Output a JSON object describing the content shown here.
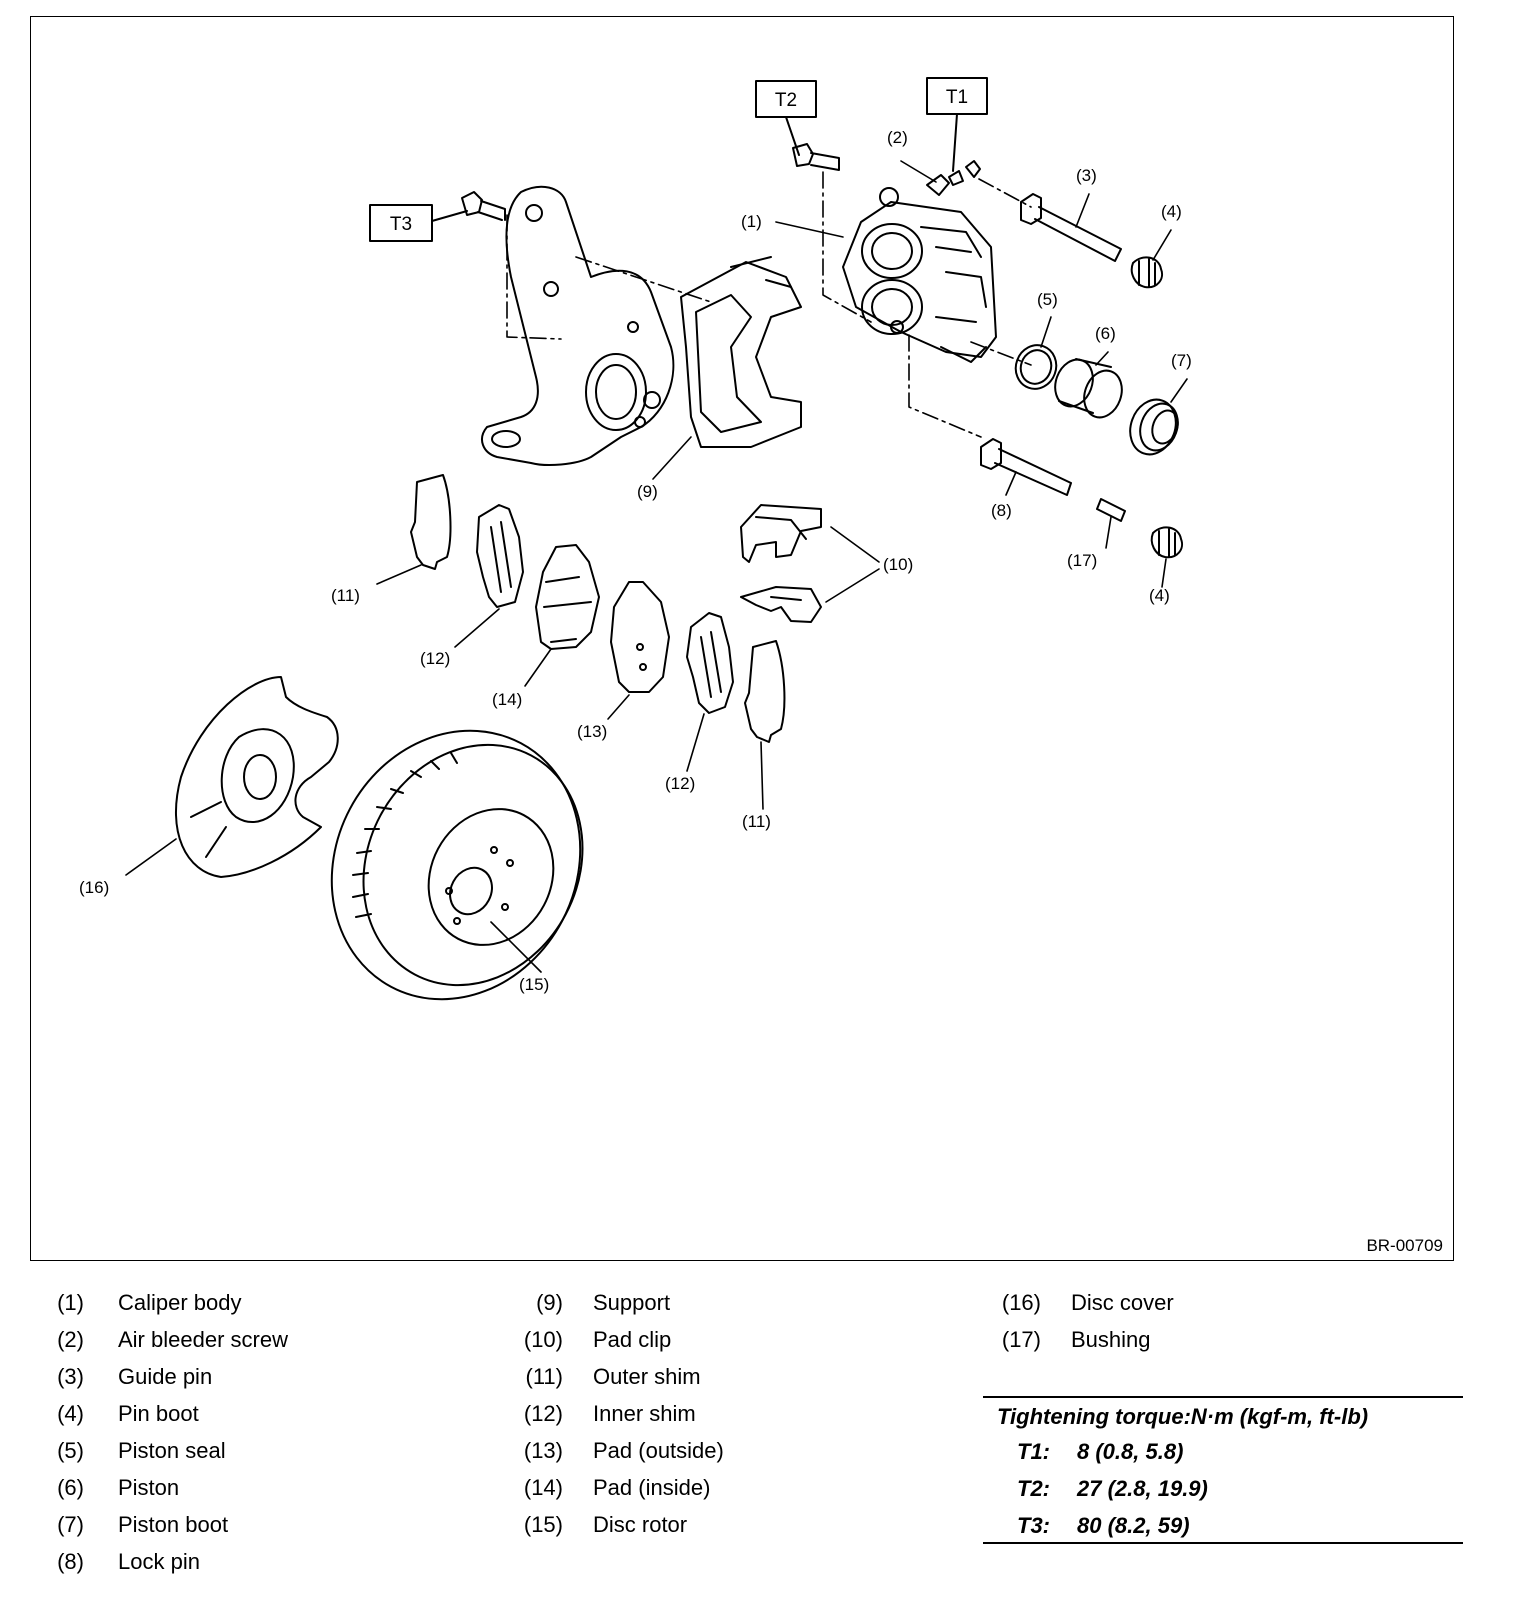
{
  "figure": {
    "code": "BR-00709",
    "torque_boxes": [
      "T1",
      "T2",
      "T3"
    ],
    "callouts": [
      "(1)",
      "(2)",
      "(3)",
      "(4)",
      "(4)",
      "(5)",
      "(6)",
      "(7)",
      "(8)",
      "(9)",
      "(10)",
      "(11)",
      "(11)",
      "(12)",
      "(12)",
      "(13)",
      "(14)",
      "(15)",
      "(16)",
      "(17)"
    ]
  },
  "legend": [
    {
      "num": "(1)",
      "label": "Caliper body"
    },
    {
      "num": "(2)",
      "label": "Air bleeder screw"
    },
    {
      "num": "(3)",
      "label": "Guide pin"
    },
    {
      "num": "(4)",
      "label": "Pin boot"
    },
    {
      "num": "(5)",
      "label": "Piston seal"
    },
    {
      "num": "(6)",
      "label": "Piston"
    },
    {
      "num": "(7)",
      "label": "Piston boot"
    },
    {
      "num": "(8)",
      "label": "Lock pin"
    },
    {
      "num": "(9)",
      "label": "Support"
    },
    {
      "num": "(10)",
      "label": "Pad clip"
    },
    {
      "num": "(11)",
      "label": "Outer shim"
    },
    {
      "num": "(12)",
      "label": "Inner shim"
    },
    {
      "num": "(13)",
      "label": "Pad (outside)"
    },
    {
      "num": "(14)",
      "label": "Pad (inside)"
    },
    {
      "num": "(15)",
      "label": "Disc rotor"
    },
    {
      "num": "(16)",
      "label": "Disc cover"
    },
    {
      "num": "(17)",
      "label": "Bushing"
    }
  ],
  "torque": {
    "heading": "Tightening torque:N·m (kgf-m, ft-lb)",
    "rows": [
      {
        "label": "T1:",
        "value": "8 (0.8, 5.8)"
      },
      {
        "label": "T2:",
        "value": "27 (2.8, 19.9)"
      },
      {
        "label": "T3:",
        "value": "80 (8.2, 59)"
      }
    ]
  }
}
